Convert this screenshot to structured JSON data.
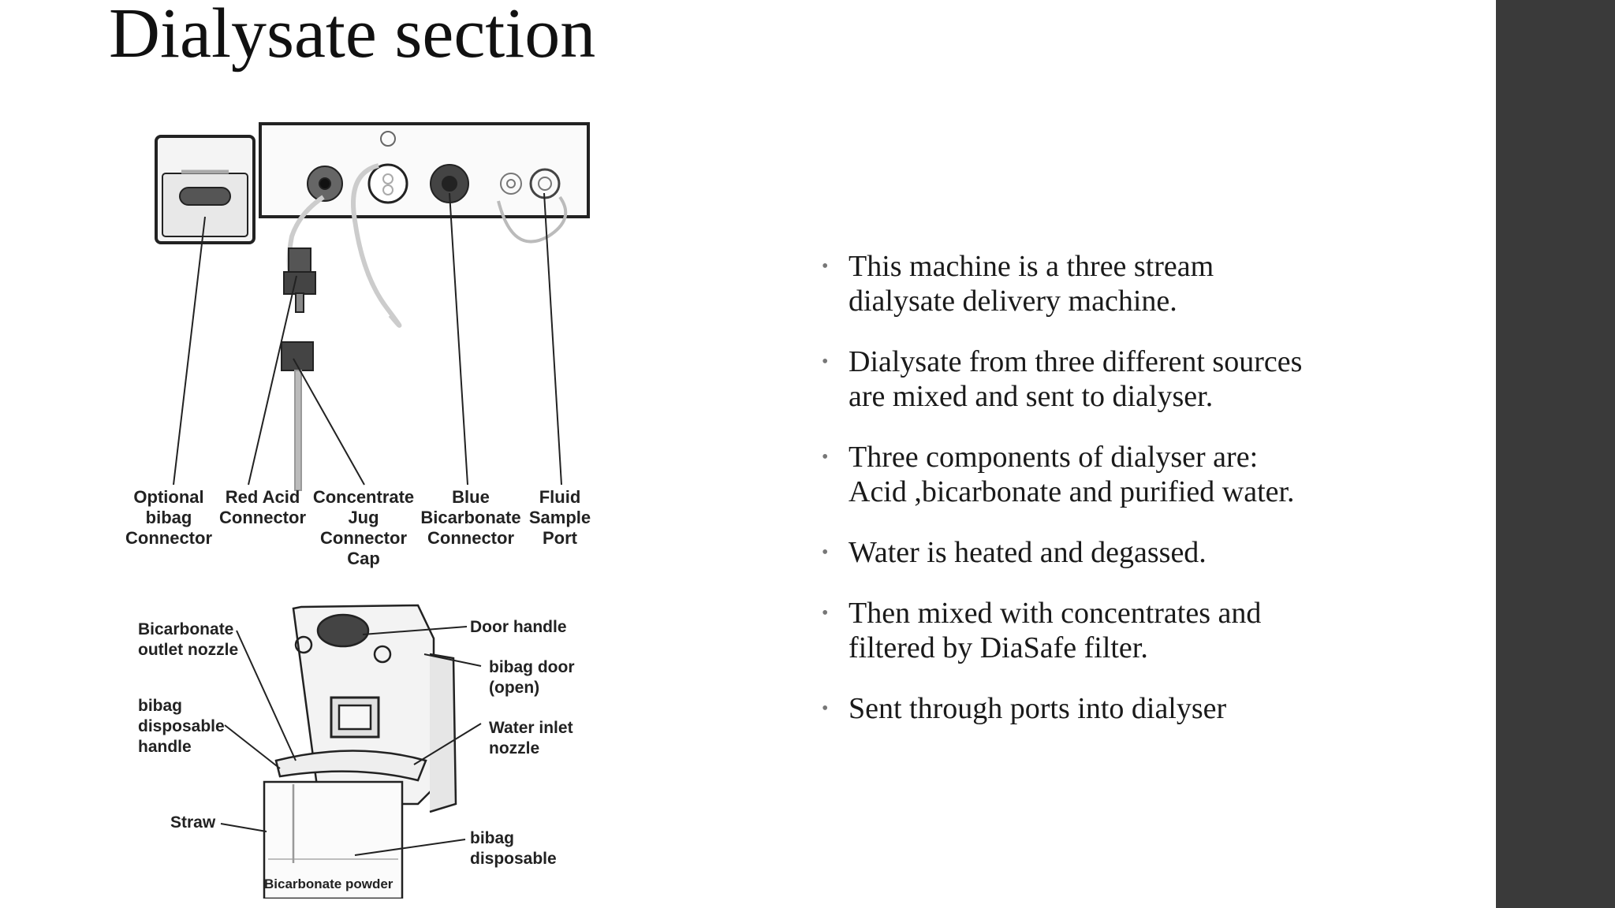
{
  "slide": {
    "title": "Dialysate section",
    "bullets": [
      "This machine is a three stream\ndialysate delivery machine.",
      "Dialysate from three different sources\nare mixed and sent to dialyser.",
      "Three components of dialyser are:\nAcid ,bicarbonate and purified water.",
      "Water is heated and degassed.",
      "Then mixed with concentrates and\nfiltered by DiaSafe filter.",
      "Sent through ports into dialyser"
    ]
  },
  "diagram_top": {
    "labels": {
      "optional_bibag_1": "Optional",
      "optional_bibag_2": "bibag",
      "optional_bibag_3": "Connector",
      "red_acid_1": "Red Acid",
      "red_acid_2": "Connector",
      "jug_1": "Concentrate",
      "jug_2": "Jug",
      "jug_3": "Connector",
      "jug_4": "Cap",
      "blue_1": "Blue",
      "blue_2": "Bicarbonate",
      "blue_3": "Connector",
      "fluid_1": "Fluid",
      "fluid_2": "Sample",
      "fluid_3": "Port"
    }
  },
  "diagram_bottom": {
    "labels": {
      "bicarb_outlet_1": "Bicarbonate",
      "bicarb_outlet_2": "outlet nozzle",
      "bibag_handle_1": "bibag",
      "bibag_handle_2": "disposable",
      "bibag_handle_3": "handle",
      "straw": "Straw",
      "powder": "Bicarbonate powder",
      "door_handle": "Door handle",
      "bibag_door_1": "bibag door",
      "bibag_door_2": "(open)",
      "water_inlet_1": "Water inlet",
      "water_inlet_2": "nozzle",
      "bibag_disposable_1": "bibag",
      "bibag_disposable_2": "disposable"
    }
  }
}
